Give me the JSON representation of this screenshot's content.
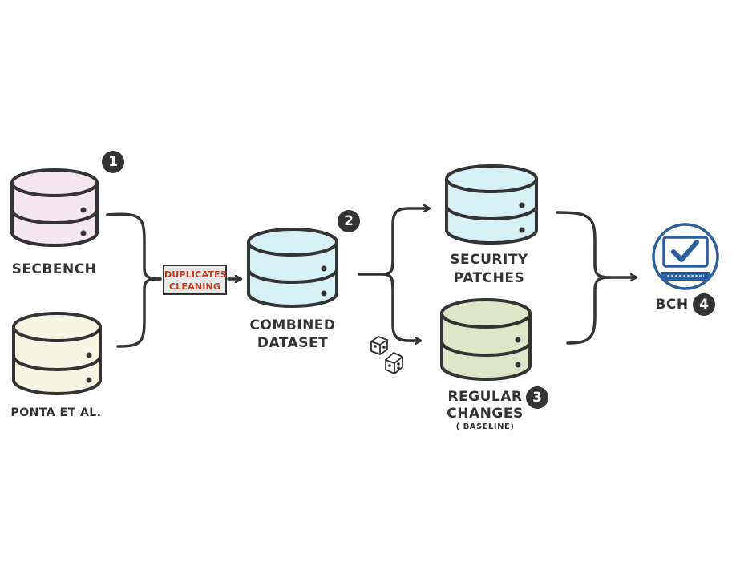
{
  "nodes": {
    "secbench": {
      "label": "SecBench",
      "badge": "1",
      "fill": "#f5e6f0"
    },
    "ponta": {
      "label": "Ponta et al.",
      "fill": "#f7f6e2"
    },
    "dedup": {
      "line1": "Duplicates",
      "line2": "Cleaning",
      "text_color": "#c43a1c"
    },
    "combined": {
      "line1": "Combined",
      "line2": "Dataset",
      "badge": "2",
      "fill": "#d6f0f6"
    },
    "security": {
      "line1": "Security",
      "line2": "Patches",
      "fill": "#d6f0f6"
    },
    "regular": {
      "line1": "Regular",
      "line2": "Changes",
      "line3": "( Baseline)",
      "badge": "3",
      "fill": "#dde6c8"
    },
    "bch": {
      "label": "BCH",
      "badge": "4",
      "icon": "monitor-check-icon",
      "color": "#2a5f9e"
    }
  },
  "colors": {
    "stroke": "#333333",
    "dice": "#ffffff"
  }
}
